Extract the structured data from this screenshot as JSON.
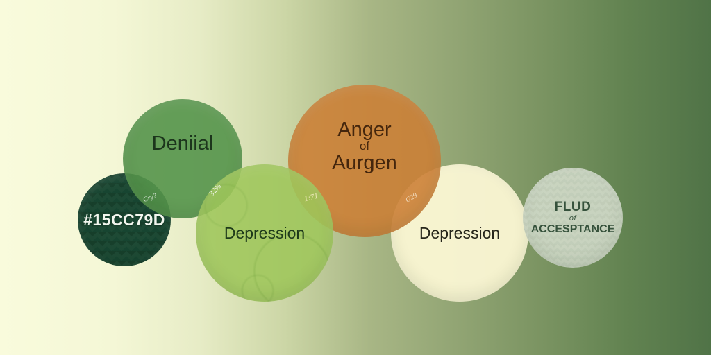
{
  "background": {
    "gradient_left_color": "#f9fbdc",
    "gradient_mid_color": "#a8b685",
    "gradient_right_color": "#507347"
  },
  "circles": [
    {
      "name": "hex-code-circle",
      "lines": [
        "#15CC79D"
      ],
      "fill_color": "#1e4a35",
      "text_color": "#f2f6ee",
      "texture": "chevron-zigzag"
    },
    {
      "name": "denial-circle",
      "lines": [
        "Deniial"
      ],
      "fill_color": "#549a4c",
      "text_color": "#1c351c",
      "texture": "none"
    },
    {
      "name": "depression-green-circle",
      "lines": [
        "Depression"
      ],
      "fill_color": "#9ec65a",
      "text_color": "#1e3a1a",
      "texture": "faint-swirls"
    },
    {
      "name": "anger-circle",
      "lines": [
        "Anger",
        "of",
        "Aurgen"
      ],
      "fill_color": "#cc7e34",
      "text_color": "#44260d",
      "texture": "none"
    },
    {
      "name": "depression-cream-circle",
      "lines": [
        "Depression"
      ],
      "fill_color": "#fbf7d4",
      "text_color": "#26261b",
      "texture": "none"
    },
    {
      "name": "acceptance-circle",
      "lines": [
        "FLUD",
        "of",
        "ACCESPTANCE"
      ],
      "fill_color": "#ced8c6",
      "text_color": "#36523c",
      "texture": "faint-herringbone"
    }
  ],
  "overlap_marks": [
    {
      "text": "Cry?"
    },
    {
      "text": "32%"
    },
    {
      "text": "1:71"
    },
    {
      "text": "G29"
    }
  ]
}
